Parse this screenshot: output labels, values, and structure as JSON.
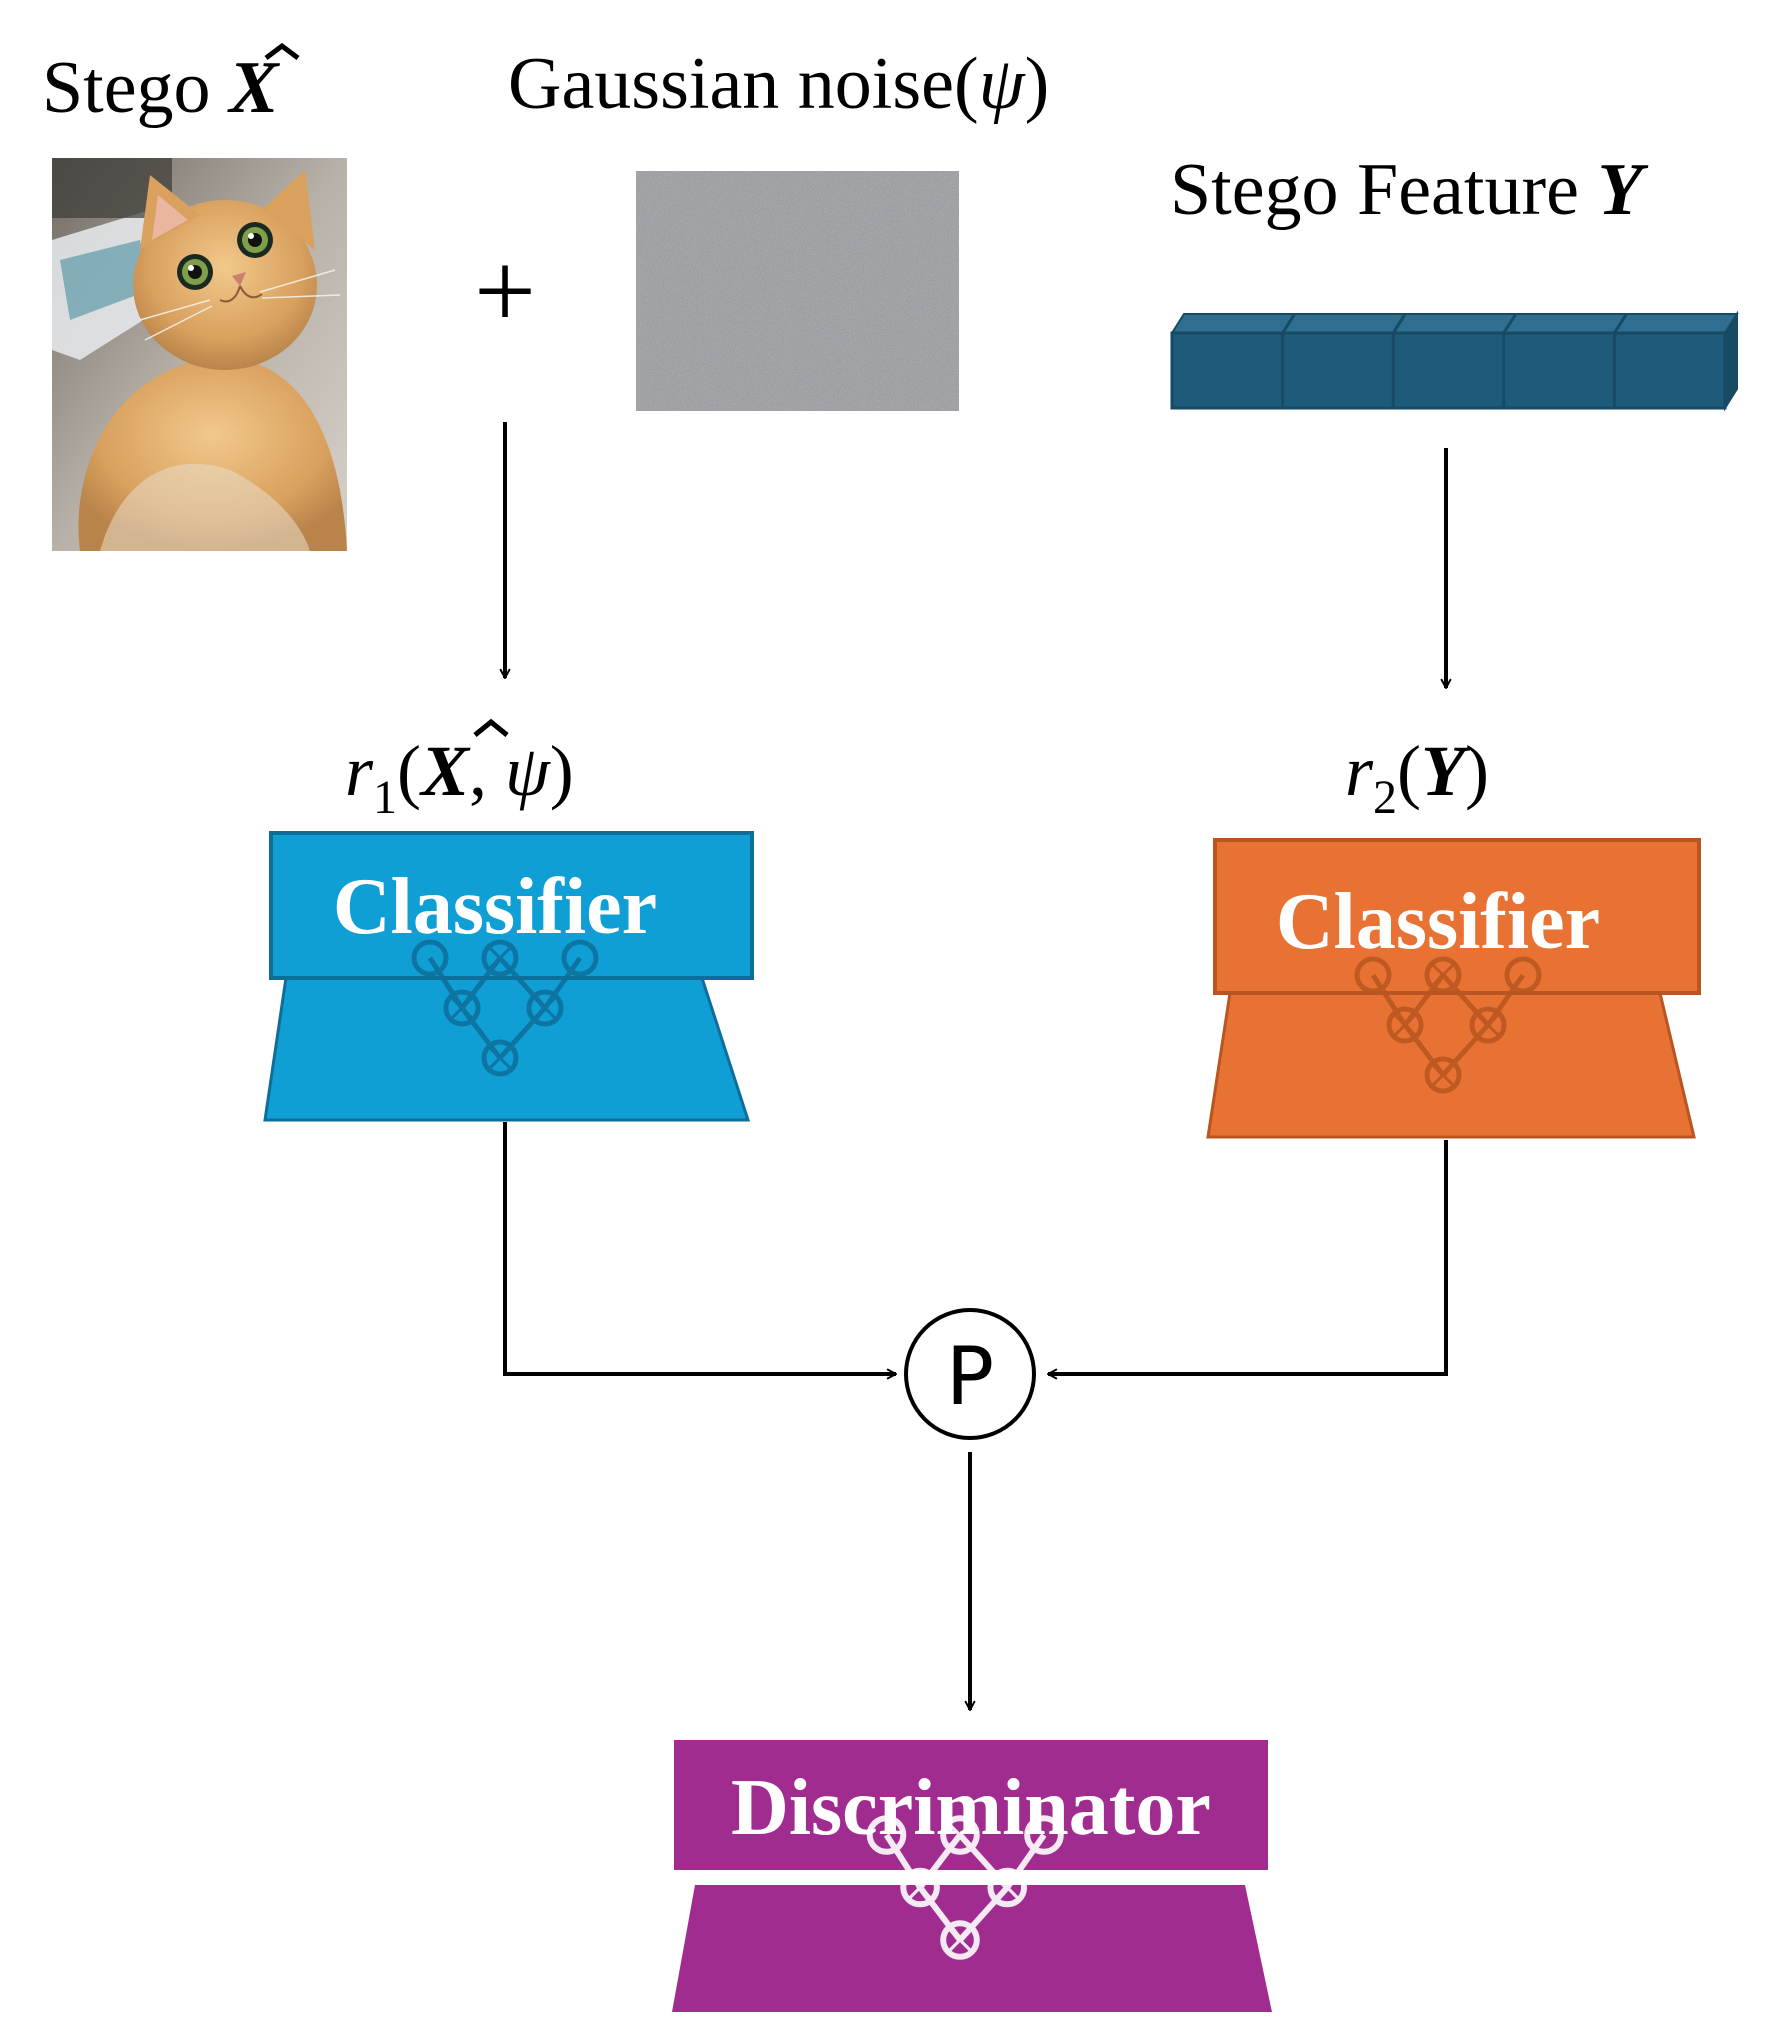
{
  "labels": {
    "stego_x_prefix": "Stego ",
    "stego_x_symbol": "X",
    "noise_prefix": "Gaussian noise(",
    "noise_symbol": "ψ",
    "noise_suffix": ")",
    "feature_prefix": "Stego Feature ",
    "feature_symbol": "Y",
    "plus": "+",
    "r1_func": "r",
    "r1_sub": "1",
    "r1_open": "(",
    "r1_x": "X",
    "r1_sep": ", ",
    "r1_psi": "ψ",
    "r1_close": ")",
    "r2_func": "r",
    "r2_sub": "2",
    "r2_open": "(",
    "r2_y": "Y",
    "r2_close": ")",
    "pool": "P"
  },
  "blocks": {
    "classifier_left": {
      "label": "Classifier",
      "color": "#109FD5",
      "border": "#0E6E9A",
      "icon": "neural-network-icon"
    },
    "classifier_right": {
      "label": "Classifier",
      "color": "#E87233",
      "border": "#B85520",
      "icon": "neural-network-icon"
    },
    "discriminator": {
      "label": "Discriminator",
      "color": "#A12C90",
      "border": "#A12C90",
      "icon": "neural-network-icon"
    }
  },
  "colors": {
    "feature_vector": "#1E5B7A",
    "feature_vector_top": "#2E6F8F",
    "noise": "#8A8C90",
    "arrow": "#000000"
  },
  "feature_vector": {
    "cells": 5
  }
}
